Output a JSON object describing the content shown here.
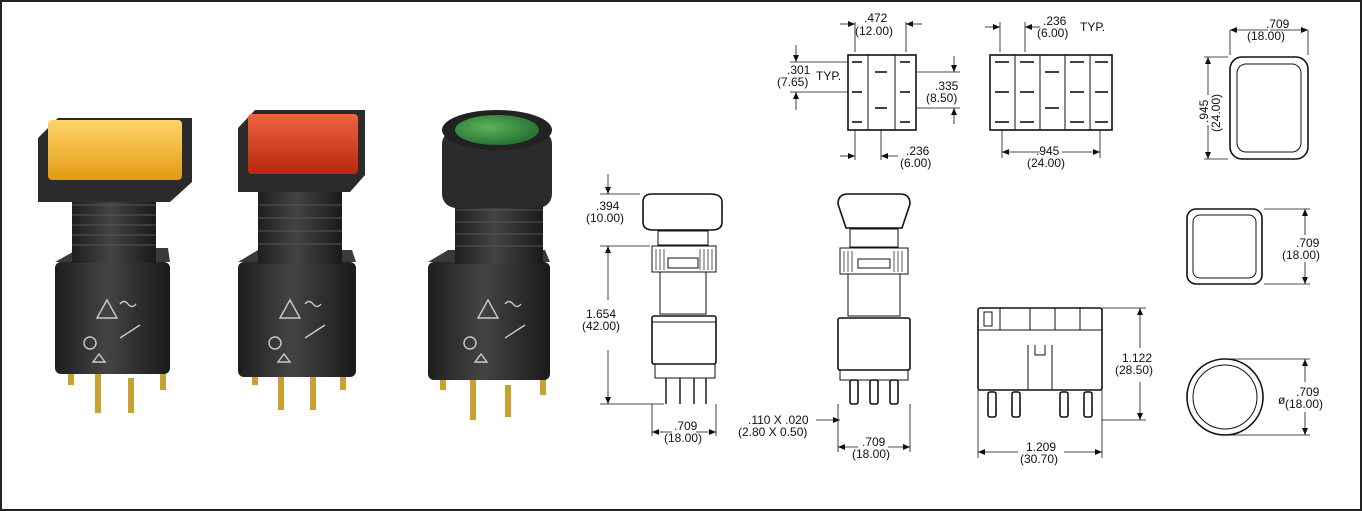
{
  "dimensions": {
    "top_width_in": ".472",
    "top_width_mm": "(12.00)",
    "pitch_v_in": ".301",
    "pitch_v_mm": "(7.65)",
    "pitch_v_suffix": "TYP.",
    "pin_row_in": ".335",
    "pin_row_mm": "(8.50)",
    "pin_gap_in": ".236",
    "pin_gap_mm": "(6.00)",
    "typ_gap_in": ".236",
    "typ_gap_mm": "(6.00)",
    "typ_gap_suffix": "TYP.",
    "body_len_in": ".945",
    "body_len_mm": "(24.00)",
    "cap_w_in": ".709",
    "cap_w_mm": "(18.00)",
    "cap_h_in": ".945",
    "cap_h_mm": "(24.00)",
    "cap_top_in": ".394",
    "cap_top_mm": "(10.00)",
    "height_in": "1.654",
    "height_mm": "(42.00)",
    "front_w_in": ".709",
    "front_w_mm": "(18.00)",
    "term_in": ".110  X  .020",
    "term_mm": "(2.80  X  0.50)",
    "side_w_in": ".709",
    "side_w_mm": "(18.00)",
    "sq_cap_in": ".709",
    "sq_cap_mm": "(18.00)",
    "round_cap_in": ".709",
    "round_cap_mm": "(18.00)",
    "diameter_symbol": "ø",
    "base_h_in": "1.122",
    "base_h_mm": "(28.50)",
    "base_w_in": "1.209",
    "base_w_mm": "(30.70)"
  },
  "switches": [
    {
      "name": "amber-rectangular",
      "lens": "#e8a317"
    },
    {
      "name": "red-square",
      "lens": "#d63a1e"
    },
    {
      "name": "green-round",
      "lens": "#2f8a3a"
    }
  ],
  "colors": {
    "housing": "#2b2b2b",
    "terminal": "#c9a032"
  }
}
